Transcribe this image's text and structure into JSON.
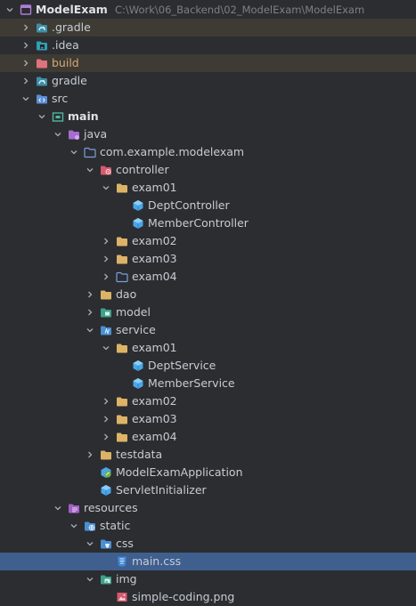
{
  "tree": {
    "rows": [
      {
        "name": "ModelExam",
        "path": "C:\\Work\\06_Backend\\02_ModelExam\\ModelExam",
        "depth": 0,
        "chevron": "down",
        "icon": "module-icon",
        "bold": true,
        "tint": false
      },
      {
        "name": ".gradle",
        "depth": 1,
        "chevron": "right",
        "icon": "gradle-folder-icon",
        "tint": true
      },
      {
        "name": ".idea",
        "depth": 1,
        "chevron": "right",
        "icon": "idea-folder-icon",
        "tint": false
      },
      {
        "name": "build",
        "depth": 1,
        "chevron": "right",
        "icon": "excluded-folder-icon",
        "tint": true
      },
      {
        "name": "gradle",
        "depth": 1,
        "chevron": "right",
        "icon": "gradle-folder-icon",
        "tint": false
      },
      {
        "name": "src",
        "depth": 1,
        "chevron": "down",
        "icon": "src-folder-icon",
        "tint": false
      },
      {
        "name": "main",
        "depth": 2,
        "chevron": "down",
        "icon": "main-folder-icon",
        "bold": true,
        "tint": false
      },
      {
        "name": "java",
        "depth": 3,
        "chevron": "down",
        "icon": "source-root-icon",
        "tint": false
      },
      {
        "name": "com.example.modelexam",
        "depth": 4,
        "chevron": "down",
        "icon": "package-icon",
        "tint": false
      },
      {
        "name": "controller",
        "depth": 5,
        "chevron": "down",
        "icon": "controller-folder-icon",
        "tint": false
      },
      {
        "name": "exam01",
        "depth": 6,
        "chevron": "down",
        "icon": "folder-icon",
        "tint": false
      },
      {
        "name": "DeptController",
        "depth": 7,
        "chevron": "none",
        "icon": "bean-icon",
        "tint": false
      },
      {
        "name": "MemberController",
        "depth": 7,
        "chevron": "none",
        "icon": "bean-icon",
        "tint": false
      },
      {
        "name": "exam02",
        "depth": 6,
        "chevron": "right",
        "icon": "folder-icon",
        "tint": false
      },
      {
        "name": "exam03",
        "depth": 6,
        "chevron": "right",
        "icon": "folder-icon",
        "tint": false
      },
      {
        "name": "exam04",
        "depth": 6,
        "chevron": "right",
        "icon": "folder-outline-icon",
        "tint": false
      },
      {
        "name": "dao",
        "depth": 5,
        "chevron": "right",
        "icon": "folder-icon",
        "tint": false
      },
      {
        "name": "model",
        "depth": 5,
        "chevron": "right",
        "icon": "model-folder-icon",
        "tint": false
      },
      {
        "name": "service",
        "depth": 5,
        "chevron": "down",
        "icon": "service-folder-icon",
        "tint": false
      },
      {
        "name": "exam01",
        "depth": 6,
        "chevron": "down",
        "icon": "folder-icon",
        "tint": false
      },
      {
        "name": "DeptService",
        "depth": 7,
        "chevron": "none",
        "icon": "bean-icon",
        "tint": false
      },
      {
        "name": "MemberService",
        "depth": 7,
        "chevron": "none",
        "icon": "bean-icon",
        "tint": false
      },
      {
        "name": "exam02",
        "depth": 6,
        "chevron": "right",
        "icon": "folder-icon",
        "tint": false
      },
      {
        "name": "exam03",
        "depth": 6,
        "chevron": "right",
        "icon": "folder-icon",
        "tint": false
      },
      {
        "name": "exam04",
        "depth": 6,
        "chevron": "right",
        "icon": "folder-icon",
        "tint": false
      },
      {
        "name": "testdata",
        "depth": 5,
        "chevron": "right",
        "icon": "folder-icon",
        "tint": false
      },
      {
        "name": "ModelExamApplication",
        "depth": 5,
        "chevron": "none",
        "icon": "spring-app-icon",
        "tint": false
      },
      {
        "name": "ServletInitializer",
        "depth": 5,
        "chevron": "none",
        "icon": "bean-icon",
        "tint": false
      },
      {
        "name": "resources",
        "depth": 3,
        "chevron": "down",
        "icon": "resources-folder-icon",
        "tint": false
      },
      {
        "name": "static",
        "depth": 4,
        "chevron": "down",
        "icon": "web-folder-icon",
        "tint": false
      },
      {
        "name": "css",
        "depth": 5,
        "chevron": "down",
        "icon": "css-folder-icon",
        "tint": false
      },
      {
        "name": "main.css",
        "depth": 6,
        "chevron": "none",
        "icon": "css-file-icon",
        "selected": true,
        "tint": false
      },
      {
        "name": "img",
        "depth": 5,
        "chevron": "down",
        "icon": "image-folder-icon",
        "tint": false
      },
      {
        "name": "simple-coding.png",
        "depth": 6,
        "chevron": "none",
        "icon": "image-file-icon",
        "tint": false
      }
    ]
  },
  "colors": {
    "background": "#2b2d30",
    "selection": "#3f5f8f",
    "excluded_tint": "#3d3b34",
    "folder": "#dcb367",
    "text": "#c7ccd4"
  }
}
